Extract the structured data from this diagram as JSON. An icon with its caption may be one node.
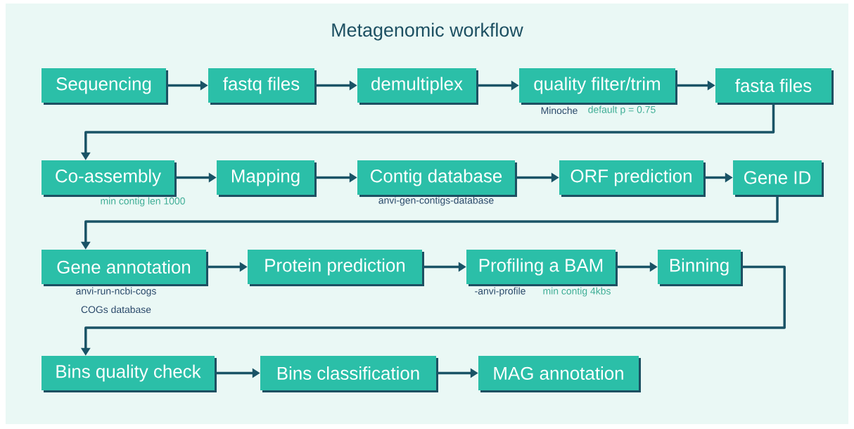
{
  "diagram": {
    "title": "Metagenomic workflow",
    "nodes": [
      {
        "text": [
          "Sequencing"
        ]
      },
      {
        "text": [
          "fastq files"
        ]
      },
      {
        "text": [
          "demultiplex"
        ]
      },
      {
        "text": [
          "quality filter/trim"
        ],
        "beside": [
          "Minoche",
          "default p = 0.75"
        ]
      },
      {
        "text": [
          "fasta files"
        ]
      },
      {
        "text": [
          "Co-assembly"
        ],
        "beside": [
          "min contig len 1000"
        ]
      },
      {
        "text": [
          "Mapping"
        ]
      },
      {
        "text": [
          "Contig database"
        ],
        "beside": [
          "anvi-gen-contigs-database"
        ]
      },
      {
        "text": [
          "ORF prediction"
        ]
      },
      {
        "text": [
          "Gene ID"
        ]
      },
      {
        "text": [
          "Gene annotation"
        ],
        "beside": [
          "anvi-run-ncbi-cogs",
          "COGs database"
        ]
      },
      {
        "text": [
          "Protein prediction"
        ]
      },
      {
        "text": [
          "Profiling a BAM"
        ],
        "beside": [
          "-anvi-profile",
          "min contig 4kbs"
        ]
      },
      {
        "text": [
          "Binning"
        ]
      },
      {
        "text": [
          "Bins quality check"
        ]
      },
      {
        "text": [
          "Bins classification"
        ]
      },
      {
        "text": [
          "MAG annotation"
        ]
      }
    ],
    "edges": [
      {
        "from": 0,
        "to": 1,
        "arrow": "to"
      },
      {
        "from": 1,
        "to": 2,
        "arrow": "to"
      },
      {
        "from": 2,
        "to": 3,
        "arrow": "to"
      },
      {
        "from": 3,
        "to": 4,
        "arrow": "to"
      },
      {
        "from": 4,
        "to": 5,
        "arrow": "to"
      },
      {
        "from": 5,
        "to": 6,
        "arrow": "to"
      },
      {
        "from": 6,
        "to": 7,
        "arrow": "to"
      },
      {
        "from": 7,
        "to": 8,
        "arrow": "to"
      },
      {
        "from": 8,
        "to": 9,
        "arrow": "to"
      },
      {
        "from": 9,
        "to": 10,
        "arrow": "to"
      },
      {
        "from": 10,
        "to": 11,
        "arrow": "to"
      },
      {
        "from": 11,
        "to": 12,
        "arrow": "to"
      },
      {
        "from": 12,
        "to": 13,
        "arrow": "to"
      },
      {
        "from": 13,
        "to": 14,
        "arrow": "to"
      },
      {
        "from": 14,
        "to": 15,
        "arrow": "to"
      },
      {
        "from": 15,
        "to": 16,
        "arrow": "to"
      }
    ]
  }
}
